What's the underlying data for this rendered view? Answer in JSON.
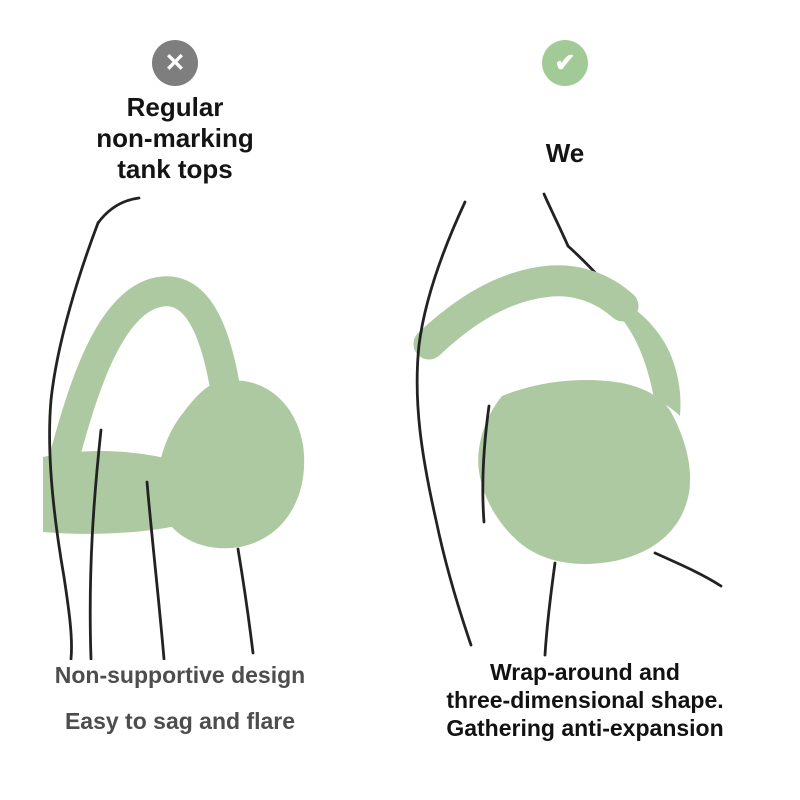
{
  "icons": {
    "x": "✕",
    "check": "✔"
  },
  "colors": {
    "sage": "#adc9a1",
    "circle_gray": "#7e7e7e",
    "circle_green": "#a2ca96",
    "line": "#222222",
    "caption_gray": "#4d4d4d",
    "title_black": "#141414"
  },
  "left": {
    "title_lines": [
      "Regular",
      "non-marking",
      "tank tops"
    ],
    "captions": [
      "Non-supportive design",
      "Easy to sag and flare"
    ]
  },
  "right": {
    "title": "We",
    "captions": [
      "Wrap-around and",
      "three-dimensional shape.",
      "Gathering anti-expansion"
    ]
  }
}
